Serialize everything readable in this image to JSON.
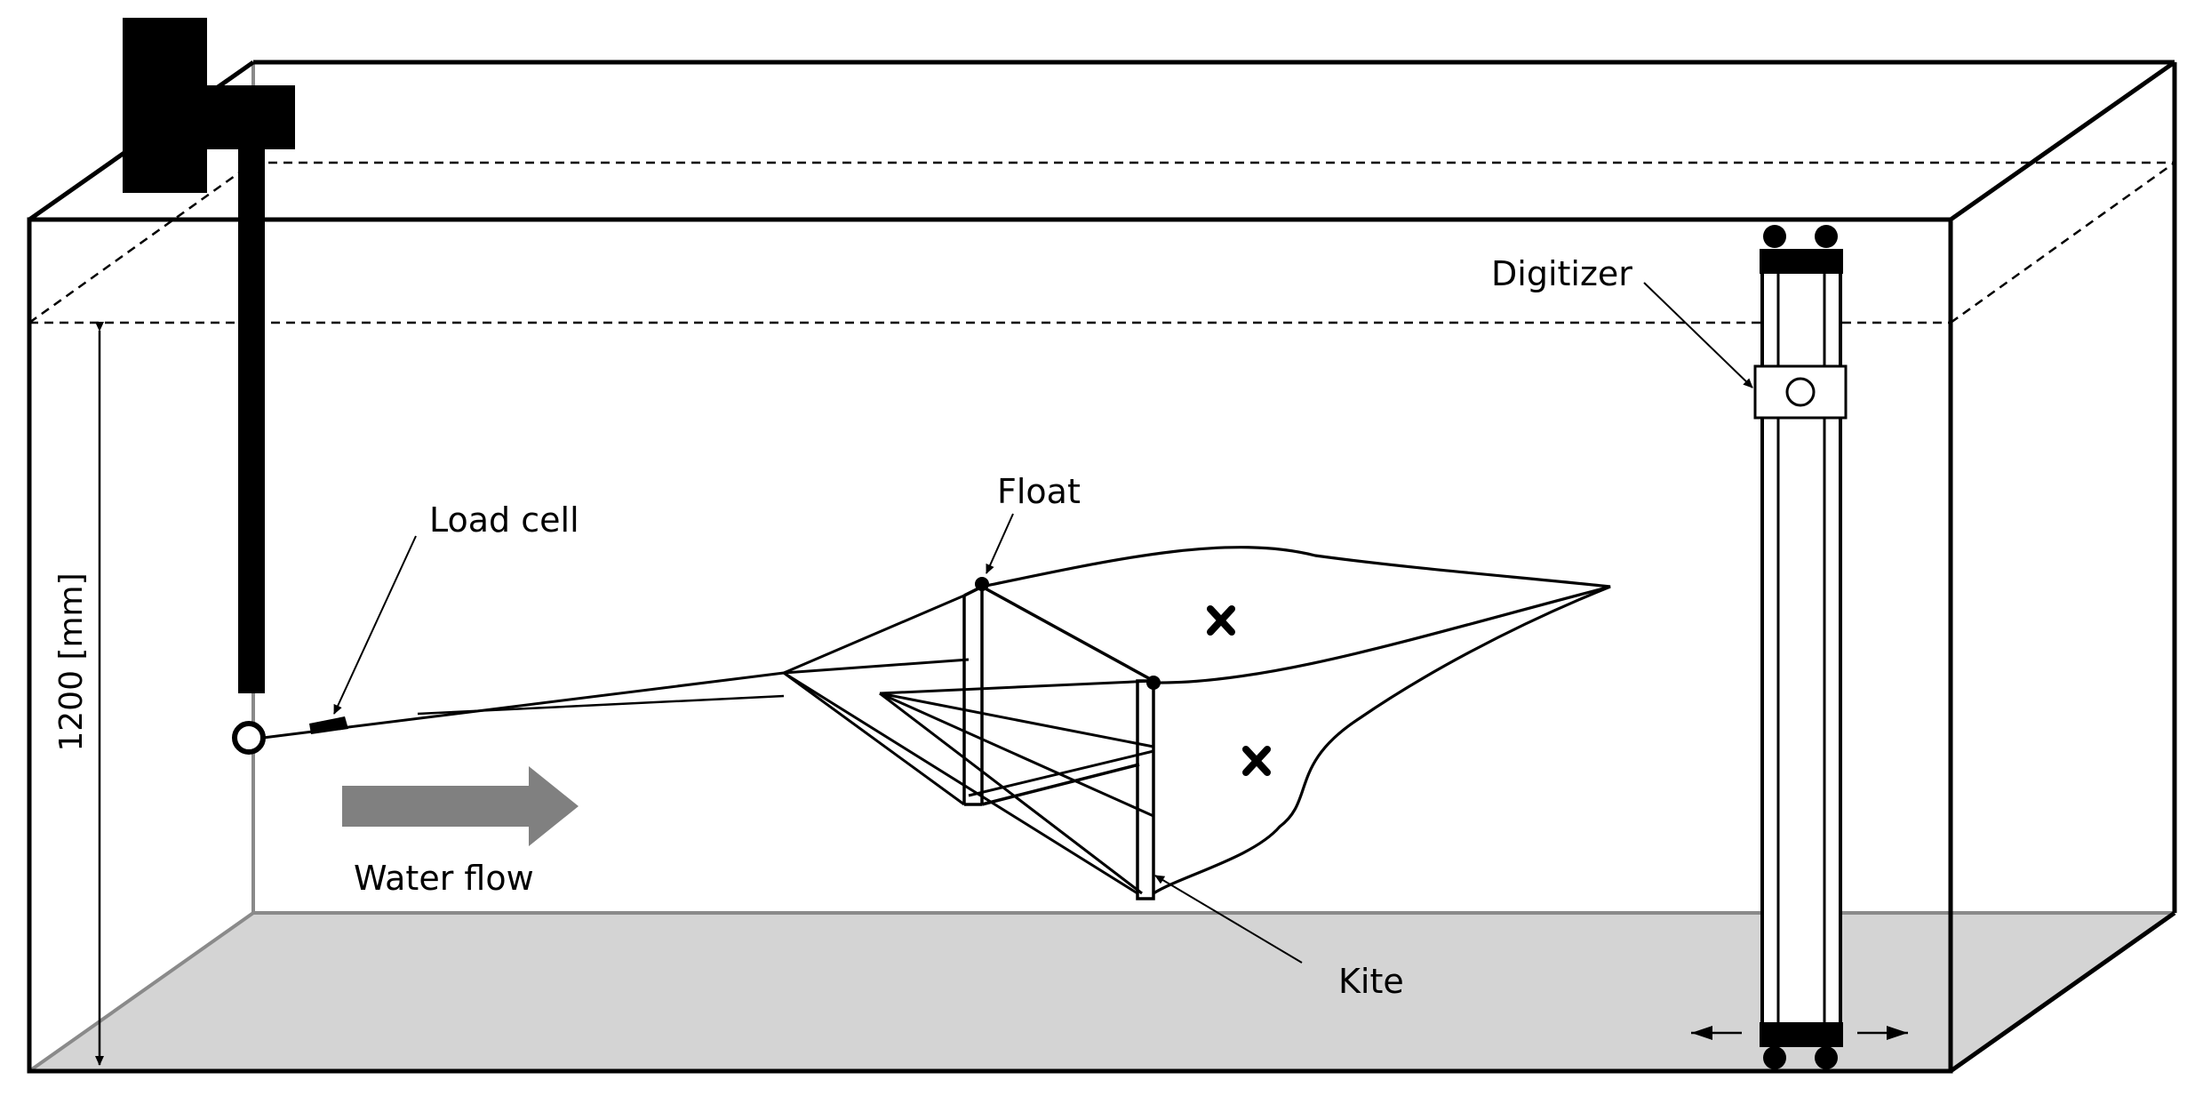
{
  "labels": {
    "load_cell": "Load cell",
    "float": "Float",
    "digitizer": "Digitizer",
    "kite": "Kite",
    "water_flow": "Water flow",
    "depth": "1200 [mm]"
  },
  "colors": {
    "line": "#000000",
    "floor": "#d4d4d4",
    "floor_edge": "#8a8a8a",
    "flow_arrow": "#808080"
  },
  "icons": {
    "flow_arrow": "arrow-right-icon",
    "net_markers": "x-mark-icon"
  }
}
